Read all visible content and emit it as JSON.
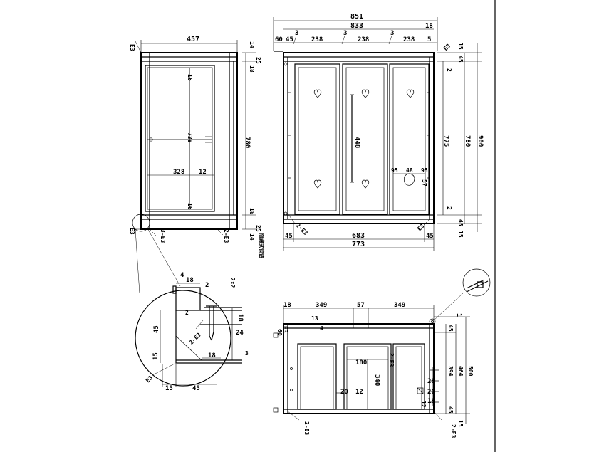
{
  "side_view": {
    "width": "457",
    "height": "780",
    "inner_height": "738",
    "panel_width": "328",
    "gap": "12",
    "rail_top": "18",
    "rail_bottom": "18",
    "v16_top": "16",
    "v16_bottom": "16",
    "t14_top": "14",
    "t14_bottom": "14",
    "t25_top": "25",
    "t25_bottom": "25",
    "tag_e3_top": "E3",
    "tag_e3_bottom": "E3",
    "tag_3e3": "3-E3",
    "tag_2e3": "2-E3",
    "note": "隐藏式铰链"
  },
  "front_view": {
    "overall": "851",
    "inner": "833",
    "right_18": "18",
    "left_60": "60",
    "left_45": "45",
    "gap_3a": "3",
    "gap_3b": "3",
    "gap_3c": "3",
    "door_1": "238",
    "door_2": "238",
    "door_3": "238",
    "right_5": "5",
    "tag_top_e3": "E3",
    "h_15_top": "15",
    "h_45_top": "45",
    "h_2_top": "2",
    "h_775": "775",
    "h_780": "780",
    "h_900": "900",
    "h_2_bottom": "2",
    "h_45_bottom": "45",
    "h_15_bottom": "15",
    "handle_448": "448",
    "notch_95a": "95",
    "notch_48": "48",
    "notch_95b": "95",
    "notch_57": "57",
    "bottom_45_left": "45",
    "bottom_683": "683",
    "bottom_45_right": "45",
    "bottom_773": "773",
    "tag_2e3": "2-E3",
    "tag_e3": "E3"
  },
  "detail": {
    "d4": "4",
    "d18": "18",
    "d2": "2",
    "d2x2": "2x2",
    "d18v": "18",
    "d24": "24",
    "d45v": "45",
    "d15v": "15",
    "d3": "3",
    "d18b": "18",
    "d15": "15",
    "d45": "45",
    "tag_2e3": "2-E3",
    "tag_e3": "E3",
    "d2small": "2"
  },
  "plan_view": {
    "d18": "18",
    "d349a": "349",
    "d57": "57",
    "d349b": "349",
    "d1": "1",
    "d45top": "45",
    "d500": "500",
    "d464": "464",
    "d394": "394",
    "d45bot": "45",
    "d15": "15",
    "d13": "13",
    "d4": "4",
    "d180": "180",
    "d340": "340",
    "d20": "20",
    "d12": "12",
    "d28": "28",
    "d20r": "20",
    "d18r": "18",
    "d12r": "12",
    "tag_2e3_mid": "2-E3",
    "tag_2e3_bot": "2-E3",
    "tag_2e3_right": "2-E3",
    "tag_e3_left": "E3",
    "d60": "60"
  }
}
